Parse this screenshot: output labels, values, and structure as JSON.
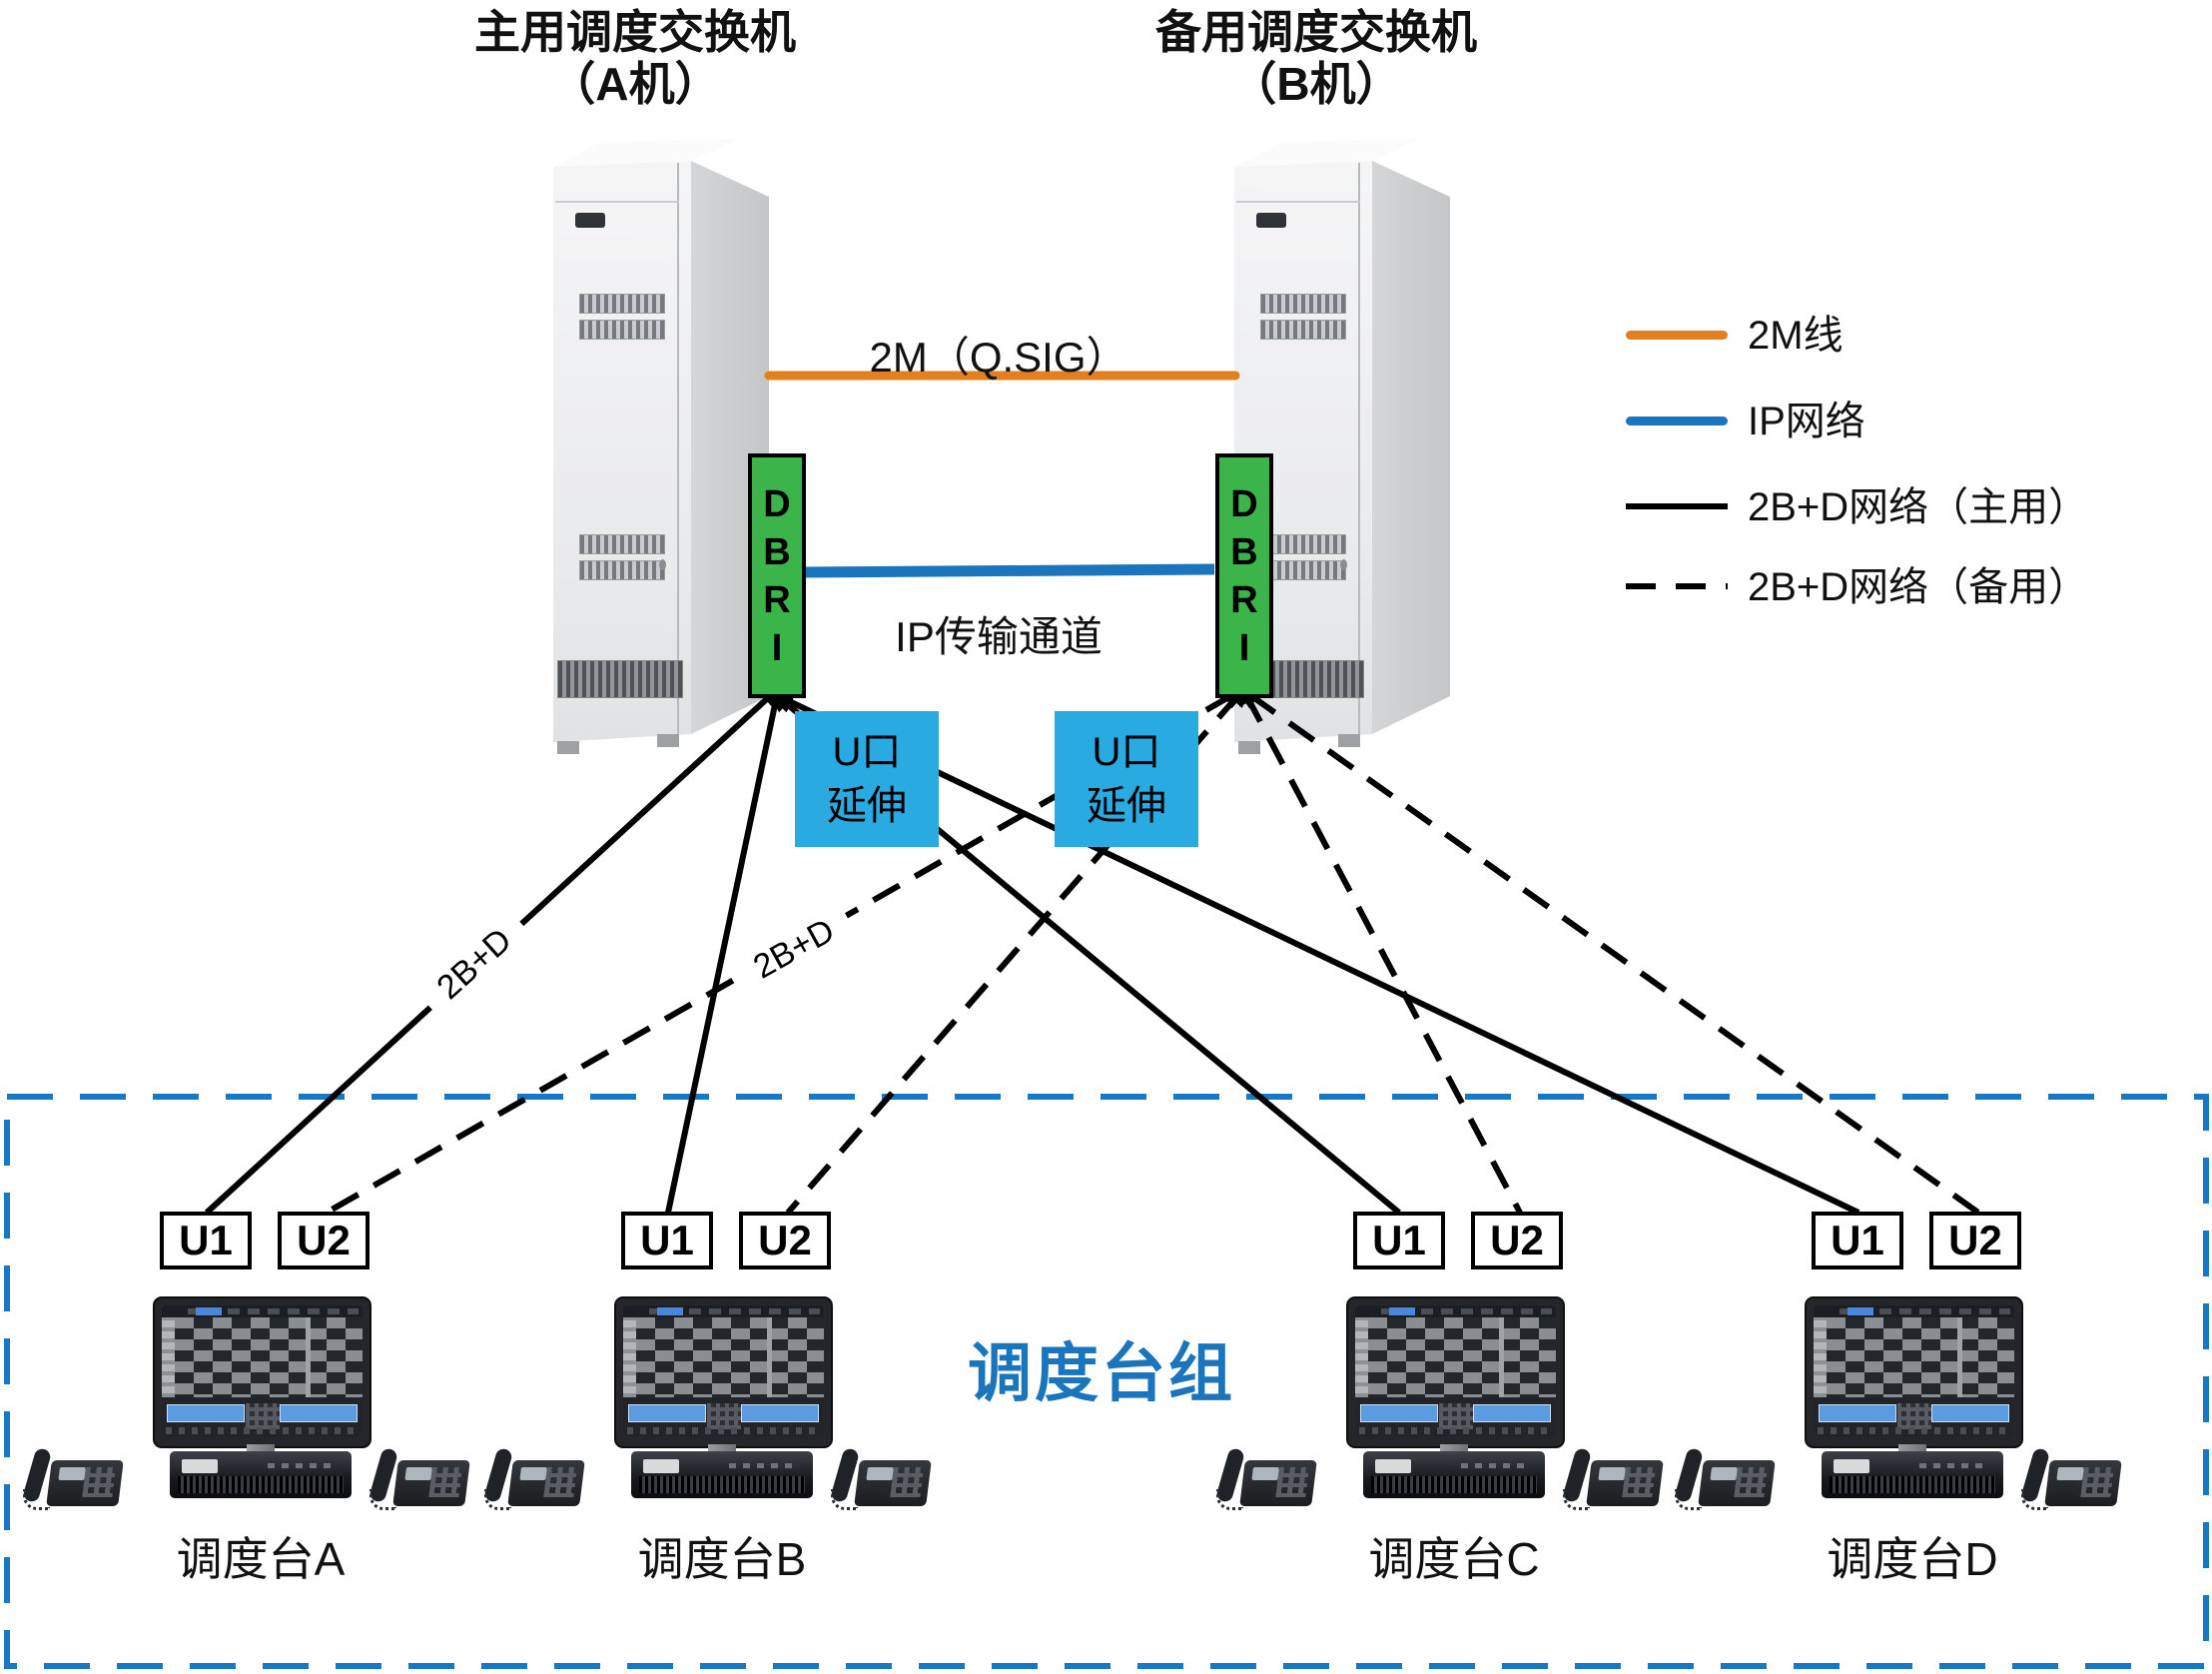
{
  "cabinets": {
    "primary": {
      "title_line1": "主用调度交换机",
      "title_line2": "（A机）"
    },
    "backup": {
      "title_line1": "备用调度交换机",
      "title_line2": "（B机）"
    }
  },
  "dbri": {
    "letters": [
      "D",
      "B",
      "R",
      "I"
    ]
  },
  "links": {
    "trunk_2m_label": "2M（Q.SIG）",
    "ip_channel_label": "IP传输通道",
    "access_primary_label": "2B+D",
    "access_backup_label": "2B+D"
  },
  "extenders": {
    "left": {
      "line1": "U口",
      "line2": "延伸"
    },
    "right": {
      "line1": "U口",
      "line2": "延伸"
    }
  },
  "legend": {
    "items": [
      {
        "label": "2M线",
        "color": "#E2801F",
        "style": "solid"
      },
      {
        "label": "IP网络",
        "color": "#1B75BC",
        "style": "solid"
      },
      {
        "label": "2B+D网络（主用）",
        "color": "#000000",
        "style": "solid"
      },
      {
        "label": "2B+D网络（备用）",
        "color": "#000000",
        "style": "dashed"
      }
    ]
  },
  "console_group": {
    "label": "调度台组",
    "consoles": [
      {
        "name": "调度台A",
        "ports": [
          "U1",
          "U2"
        ]
      },
      {
        "name": "调度台B",
        "ports": [
          "U1",
          "U2"
        ]
      },
      {
        "name": "调度台C",
        "ports": [
          "U1",
          "U2"
        ]
      },
      {
        "name": "调度台D",
        "ports": [
          "U1",
          "U2"
        ]
      }
    ]
  },
  "colors": {
    "trunk_2m": "#E2801F",
    "ip_network": "#1B75BC",
    "access_line": "#000000",
    "extender_box": "#29ABE2",
    "dbri_box": "#3BB54A",
    "group_border": "#1779C6",
    "group_label": "#1B75BC"
  }
}
